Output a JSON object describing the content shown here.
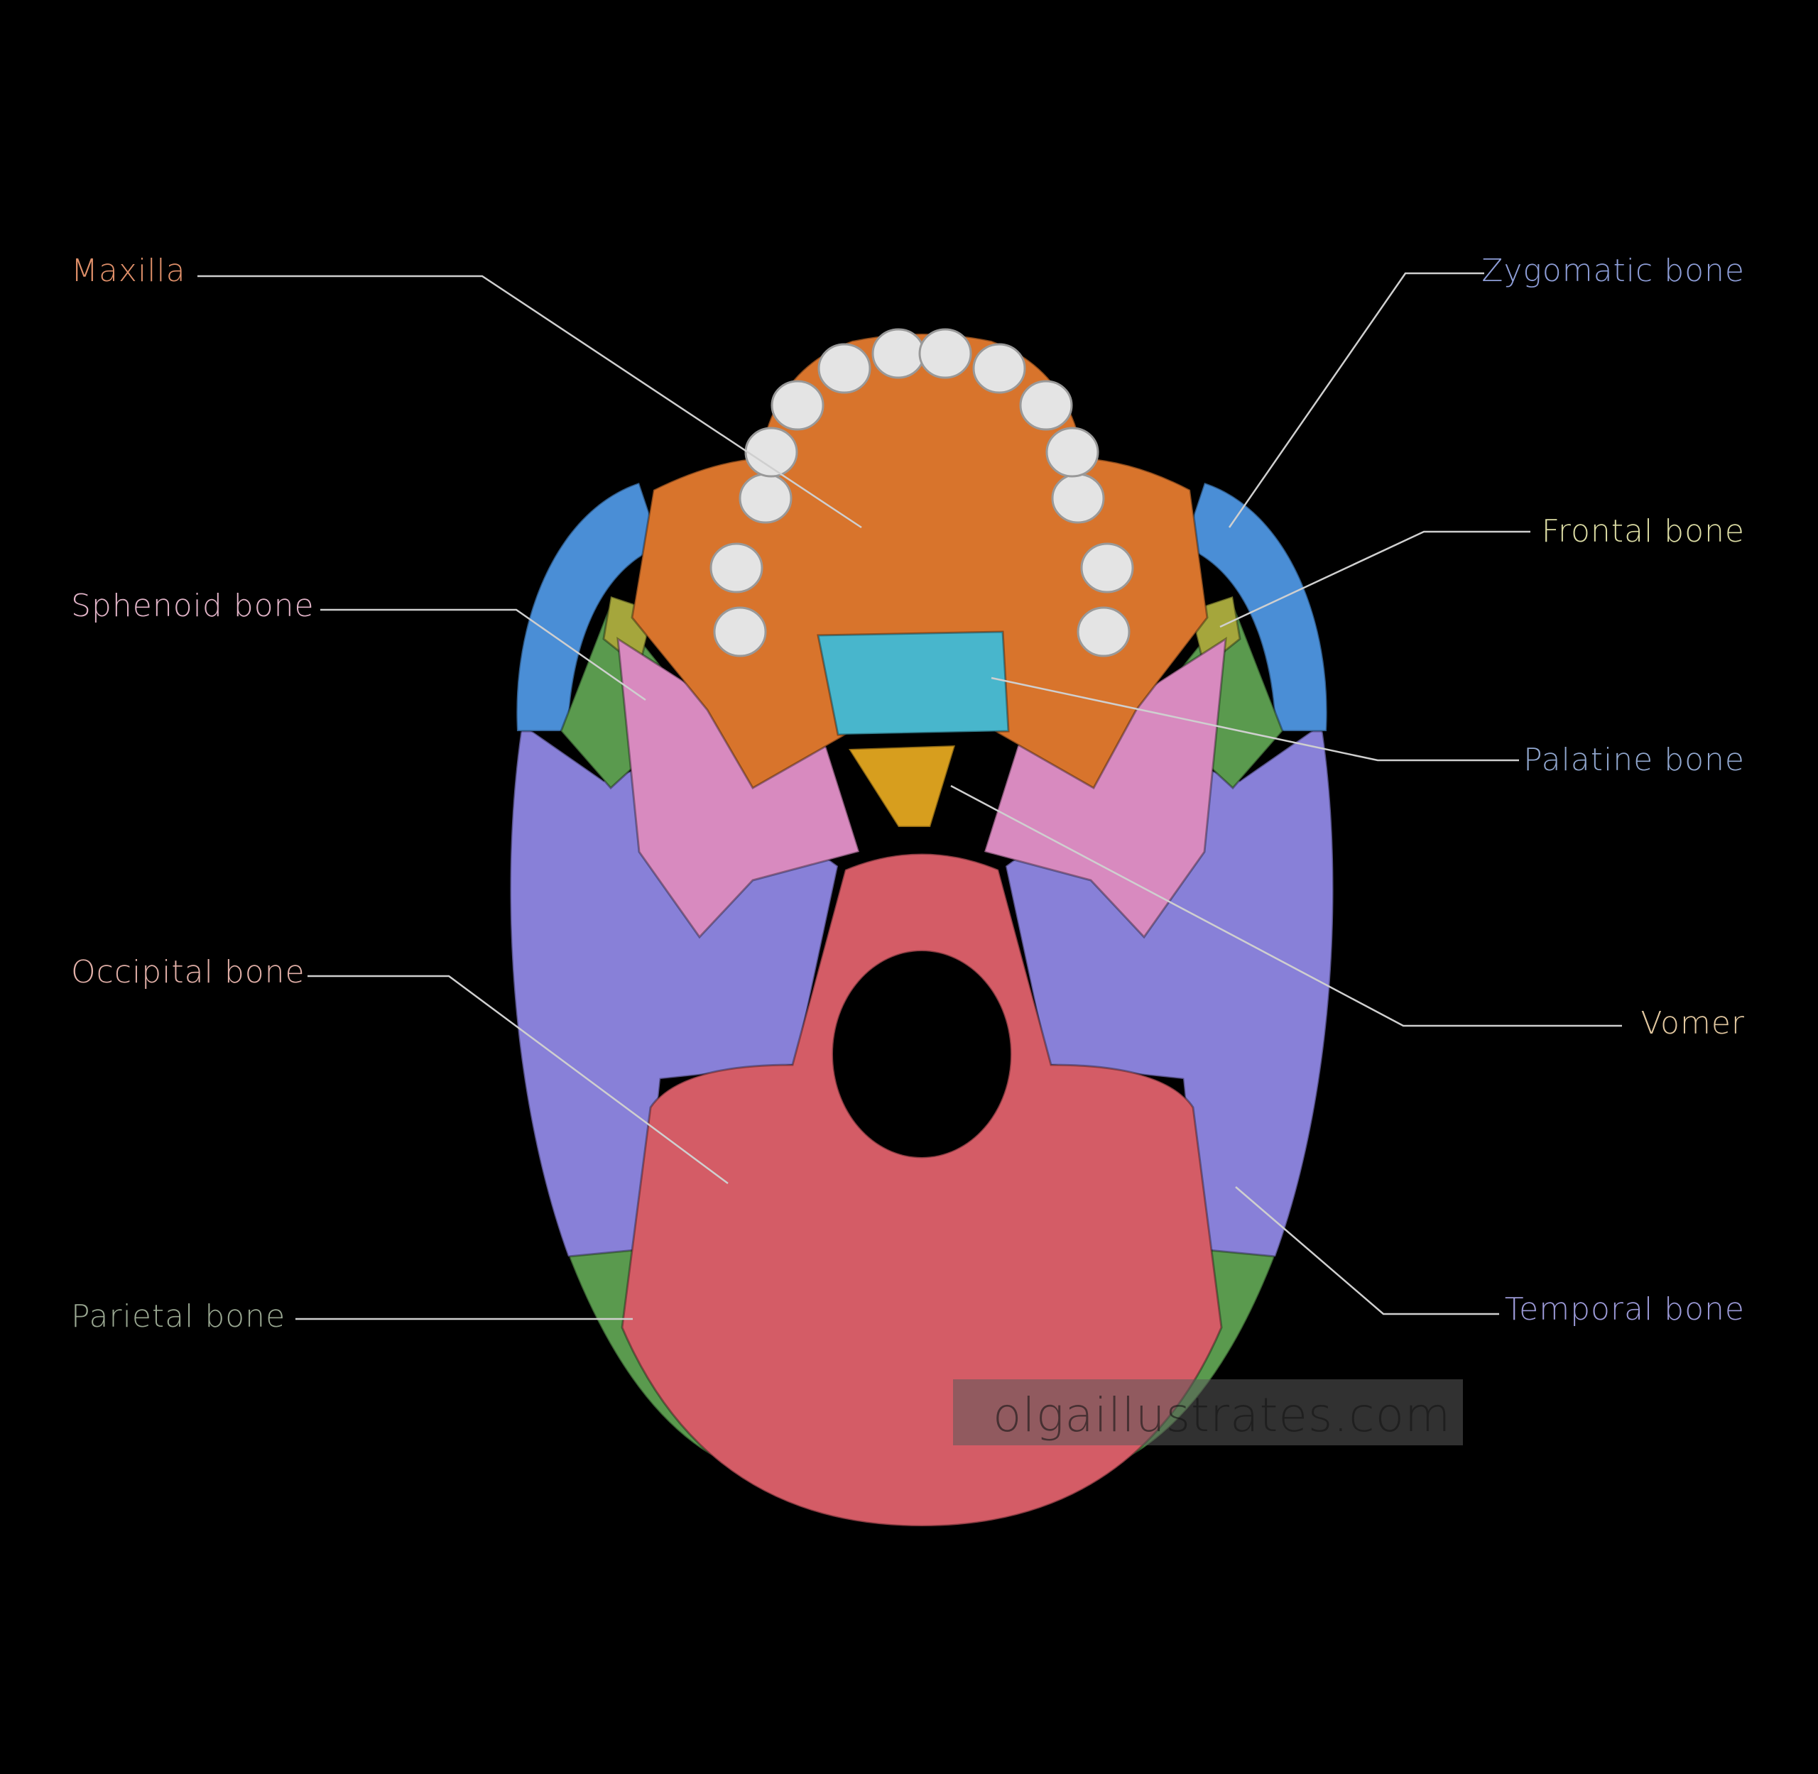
{
  "labels": {
    "maxilla": {
      "text": "Maxilla",
      "color": "#e0906a"
    },
    "sphenoid": {
      "text": "Sphenoid bone",
      "color": "#e2b4c8"
    },
    "occipital": {
      "text": "Occipital bone",
      "color": "#e2b0a8"
    },
    "parietal": {
      "text": "Parietal bone",
      "color": "#9aa892"
    },
    "zygomatic": {
      "text": "Zygomatic bone",
      "color": "#8e9ed8"
    },
    "frontal": {
      "text": "Frontal bone",
      "color": "#dcdca4"
    },
    "palatine": {
      "text": "Palatine bone",
      "color": "#92a8d0"
    },
    "vomer": {
      "text": "Vomer",
      "color": "#e2c8a0"
    },
    "temporal": {
      "text": "Temporal bone",
      "color": "#9c9ad8"
    }
  },
  "bone_colors": {
    "maxilla": "#d8742c",
    "zygomatic": "#4a8ed6",
    "frontal": "#a5a63c",
    "sphenoid": "#d88abf",
    "palatine": "#48b6cc",
    "vomer": "#d79e1e",
    "occipital": "#d45c66",
    "temporal": "#8880d8",
    "parietal": "#5a9a4e",
    "teeth": "#e4e4e4"
  },
  "watermark": "olgaillustrates.com"
}
